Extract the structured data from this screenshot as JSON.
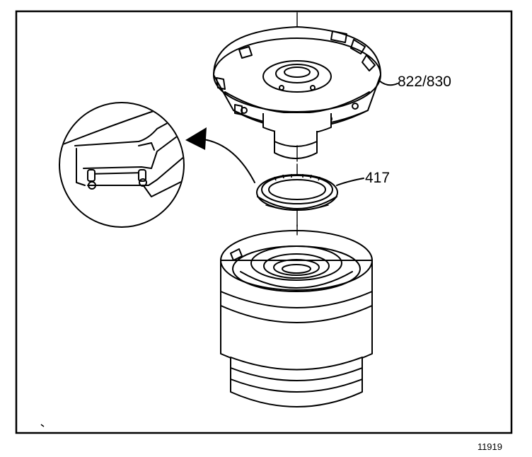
{
  "labels": {
    "upper_part": "822/830",
    "seal": "417",
    "figure_number": "11919"
  },
  "colors": {
    "line": "#000000",
    "background": "#ffffff"
  }
}
